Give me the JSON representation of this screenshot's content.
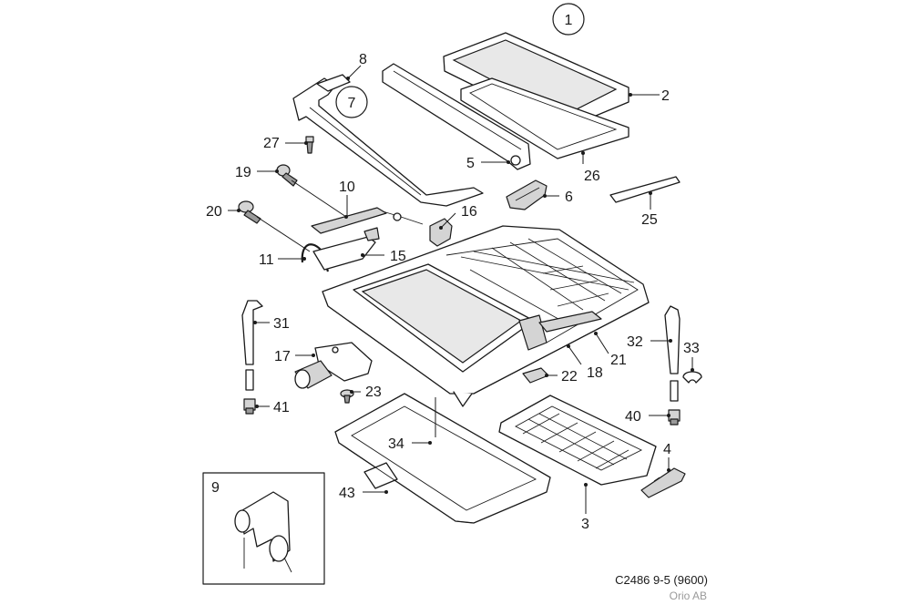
{
  "callouts": {
    "c1": "1",
    "c2": "2",
    "c3": "3",
    "c4": "4",
    "c5": "5",
    "c6": "6",
    "c7": "7",
    "c8": "8",
    "c9": "9",
    "c10": "10",
    "c11": "11",
    "c15": "15",
    "c16": "16",
    "c17": "17",
    "c18": "18",
    "c19": "19",
    "c20": "20",
    "c21": "21",
    "c22": "22",
    "c23": "23",
    "c25": "25",
    "c26": "26",
    "c27": "27",
    "c31": "31",
    "c32": "32",
    "c33": "33",
    "c34": "34",
    "c40": "40",
    "c41": "41",
    "c43": "43"
  },
  "footer": {
    "code": "C2486 9-5 (9600)",
    "copyright": "Orio AB"
  }
}
